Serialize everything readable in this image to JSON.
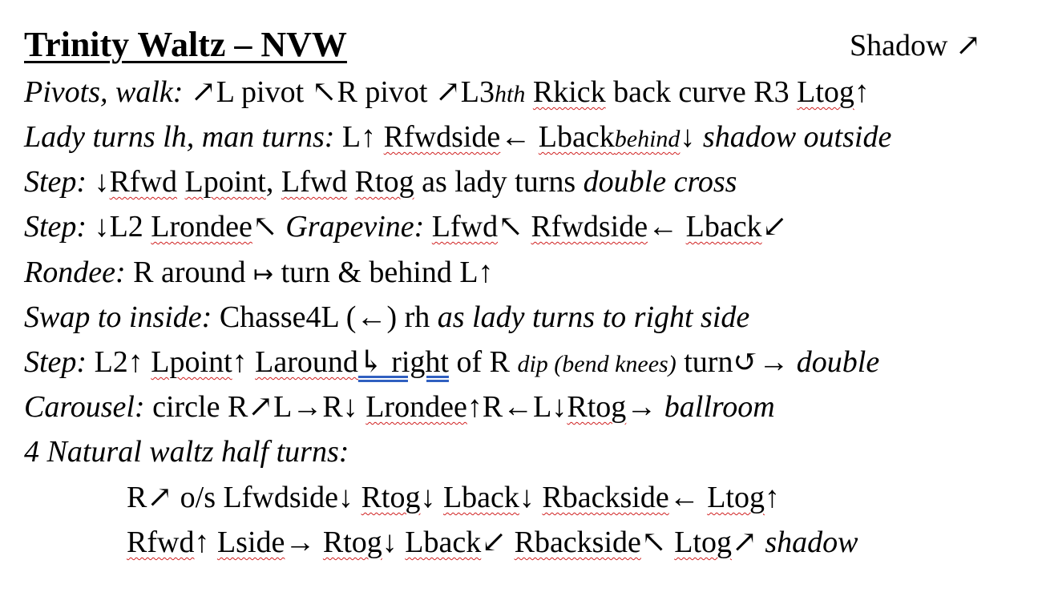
{
  "title": "Trinity Waltz – NVW",
  "header_right": "Shadow ↗",
  "lines": [
    {
      "segs": [
        {
          "t": "Pivots, walk:",
          "s": "i"
        },
        {
          "t": " ↗L pivot ↖R pivot ↗L3",
          "s": ""
        },
        {
          "t": "hth",
          "s": "i sm"
        },
        {
          "t": " ",
          "s": ""
        },
        {
          "t": "Rkick",
          "s": "sp"
        },
        {
          "t": " back curve R3 ",
          "s": ""
        },
        {
          "t": "Ltog",
          "s": "sp"
        },
        {
          "t": "↑",
          "s": ""
        }
      ]
    },
    {
      "segs": [
        {
          "t": "Lady turns lh, man turns:",
          "s": "i"
        },
        {
          "t": " L↑ ",
          "s": ""
        },
        {
          "t": "Rfwdside",
          "s": "sp"
        },
        {
          "t": "← ",
          "s": ""
        },
        {
          "t": "Lback",
          "s": "sp"
        },
        {
          "t": "behind",
          "s": "i sm sp"
        },
        {
          "t": "↓ ",
          "s": ""
        },
        {
          "t": "shadow outside",
          "s": "i"
        }
      ]
    },
    {
      "segs": [
        {
          "t": "Step:",
          "s": "i"
        },
        {
          "t": " ↓",
          "s": ""
        },
        {
          "t": "Rfwd",
          "s": "sp"
        },
        {
          "t": " ",
          "s": ""
        },
        {
          "t": "Lpoint",
          "s": "sp"
        },
        {
          "t": ", ",
          "s": ""
        },
        {
          "t": "Lfwd",
          "s": "sp"
        },
        {
          "t": " ",
          "s": ""
        },
        {
          "t": "Rtog",
          "s": "sp"
        },
        {
          "t": " as lady turns ",
          "s": ""
        },
        {
          "t": "double cross",
          "s": "i"
        }
      ]
    },
    {
      "segs": [
        {
          "t": "Step:",
          "s": "i"
        },
        {
          "t": " ↓L2 ",
          "s": ""
        },
        {
          "t": "Lrondee",
          "s": "sp"
        },
        {
          "t": "↖ ",
          "s": ""
        },
        {
          "t": "Grapevine:",
          "s": "i"
        },
        {
          "t": " ",
          "s": ""
        },
        {
          "t": "Lfwd",
          "s": "sp"
        },
        {
          "t": "↖ ",
          "s": ""
        },
        {
          "t": "Rfwdside",
          "s": "sp"
        },
        {
          "t": "← ",
          "s": ""
        },
        {
          "t": "Lback",
          "s": "sp"
        },
        {
          "t": "↙",
          "s": ""
        }
      ]
    },
    {
      "segs": [
        {
          "t": "Rondee:",
          "s": "i"
        },
        {
          "t": " R around ",
          "s": ""
        },
        {
          "t": "↦",
          "s": "sym"
        },
        {
          "t": " turn & behind L↑",
          "s": ""
        }
      ]
    },
    {
      "segs": [
        {
          "t": "Swap to inside:",
          "s": "i"
        },
        {
          "t": " Chasse4L (←) rh ",
          "s": ""
        },
        {
          "t": "as lady turns to right side",
          "s": "i"
        }
      ]
    },
    {
      "segs": [
        {
          "t": "Step:",
          "s": "i"
        },
        {
          "t": " L2↑ ",
          "s": ""
        },
        {
          "t": "Lpoint",
          "s": "sp"
        },
        {
          "t": "↑ ",
          "s": ""
        },
        {
          "t": "Laround",
          "s": "sp"
        },
        {
          "t": "↳ right",
          "s": "ulblue"
        },
        {
          "t": " of R ",
          "s": ""
        },
        {
          "t": "dip (bend knees)",
          "s": "i sm"
        },
        {
          "t": " turn↺→ ",
          "s": ""
        },
        {
          "t": "double",
          "s": "i"
        }
      ]
    },
    {
      "segs": [
        {
          "t": "Carousel:",
          "s": "i"
        },
        {
          "t": " circle R↗L→R↓ ",
          "s": ""
        },
        {
          "t": "Lrondee",
          "s": "sp"
        },
        {
          "t": "↑R←L↓",
          "s": ""
        },
        {
          "t": "Rtog",
          "s": "sp"
        },
        {
          "t": "→ ",
          "s": ""
        },
        {
          "t": "ballroom",
          "s": "i"
        }
      ]
    },
    {
      "segs": [
        {
          "t": "4 Natural waltz half turns:",
          "s": "i"
        }
      ]
    },
    {
      "segs": [
        {
          "t": "R↗ o/s Lfwdside↓ ",
          "s": ""
        },
        {
          "t": "Rtog",
          "s": "sp"
        },
        {
          "t": "↓ ",
          "s": ""
        },
        {
          "t": "Lback",
          "s": "sp"
        },
        {
          "t": "↓ ",
          "s": ""
        },
        {
          "t": "Rbackside",
          "s": "sp"
        },
        {
          "t": "← ",
          "s": ""
        },
        {
          "t": "Ltog",
          "s": "sp"
        },
        {
          "t": "↑",
          "s": ""
        }
      ]
    },
    {
      "segs": [
        {
          "t": "Rfwd",
          "s": "sp"
        },
        {
          "t": "↑ ",
          "s": ""
        },
        {
          "t": "Lside",
          "s": "sp"
        },
        {
          "t": "→ ",
          "s": ""
        },
        {
          "t": "Rtog",
          "s": "sp"
        },
        {
          "t": "↓ ",
          "s": ""
        },
        {
          "t": "Lback",
          "s": "sp"
        },
        {
          "t": "↙ ",
          "s": ""
        },
        {
          "t": "Rbackside",
          "s": "sp"
        },
        {
          "t": "↖ ",
          "s": ""
        },
        {
          "t": "Ltog",
          "s": "sp"
        },
        {
          "t": "↗ ",
          "s": ""
        },
        {
          "t": "shadow",
          "s": "i"
        }
      ]
    }
  ]
}
